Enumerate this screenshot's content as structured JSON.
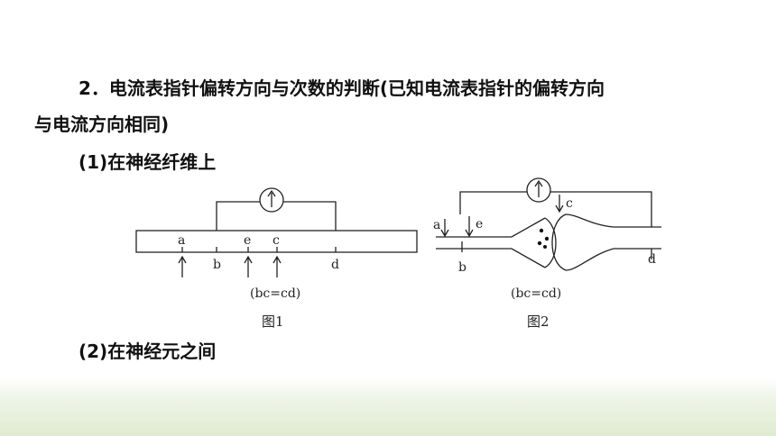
{
  "paragraphs": {
    "item2_line1": "2．电流表指针偏转方向与次数的判断(已知电流表指针的偏转方向",
    "item2_line2": "与电流方向相同)",
    "sub1": "(1)在神经纤维上",
    "sub2": "(2)在神经元之间"
  },
  "figure1": {
    "labels": {
      "a": "a",
      "b": "b",
      "c": "c",
      "d": "d",
      "e": "e"
    },
    "note": "(bc=cd)",
    "caption": "图1"
  },
  "figure2": {
    "labels": {
      "a": "a",
      "b": "b",
      "c": "c",
      "d": "d",
      "e": "e"
    },
    "note": "(bc=cd)",
    "caption": "图2"
  },
  "icons": [
    "ammeter-icon",
    "stimulus-arrow-icon"
  ],
  "colors": {
    "text": "#111111",
    "line": "#222222",
    "band": "#dfeccf"
  }
}
